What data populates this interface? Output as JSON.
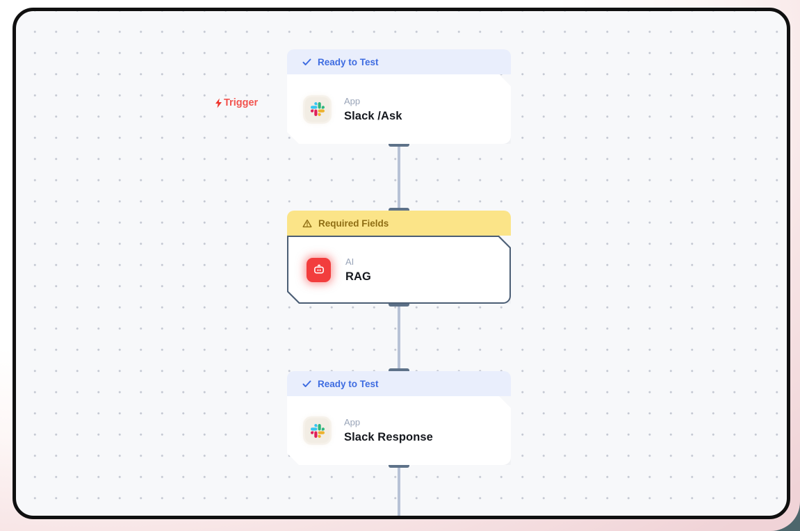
{
  "canvas": {
    "trigger_label": "Trigger",
    "nodes": [
      {
        "id": "slack-ask",
        "badge": {
          "type": "ready",
          "icon": "check-icon",
          "label": "Ready to Test"
        },
        "icon": "slack-icon",
        "category": "App",
        "title": "Slack /Ask"
      },
      {
        "id": "rag",
        "badge": {
          "type": "warning",
          "icon": "warning-icon",
          "label": "Required Fields"
        },
        "icon": "robot-icon",
        "category": "AI",
        "title": "RAG"
      },
      {
        "id": "slack-response",
        "badge": {
          "type": "ready",
          "icon": "check-icon",
          "label": "Ready to Test"
        },
        "icon": "slack-icon",
        "category": "App",
        "title": "Slack Response"
      }
    ]
  },
  "colors": {
    "canvas_bg": "#f7f8fa",
    "frame_border": "#101010",
    "badge_ready_bg": "#e9eefc",
    "badge_ready_text": "#3e6ce1",
    "badge_warning_bg": "#fbe488",
    "badge_warning_text": "#8e6d13",
    "trigger_red": "#f2534e",
    "rag_icon_red": "#f23d3d",
    "node_border_slate": "#4a5d74",
    "connector_line": "#b7c2d6",
    "connector_cap": "#5e7289",
    "slack_blue": "#36C5F0",
    "slack_green": "#2EB67D",
    "slack_yellow": "#ECB22E",
    "slack_pink": "#E01E5A"
  }
}
